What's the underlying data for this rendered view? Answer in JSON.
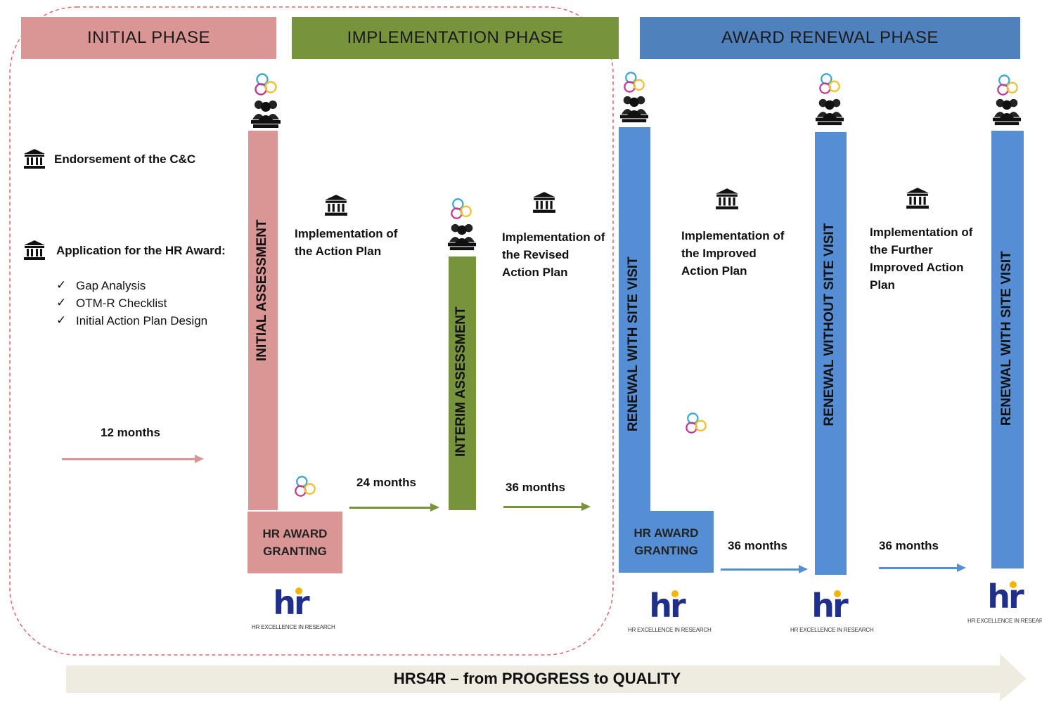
{
  "phases": {
    "initial": "INITIAL PHASE",
    "implementation": "IMPLEMENTATION PHASE",
    "renewal": "AWARD RENEWAL PHASE"
  },
  "left": {
    "endorsement": "Endorsement of the C&C",
    "application": "Application for the HR Award:",
    "checklist": [
      "Gap Analysis",
      "OTM-R Checklist",
      "Initial Action Plan Design"
    ]
  },
  "bars": {
    "initial_assessment": "INITIAL ASSESSMENT",
    "interim_assessment": "INTERIM ASSESSMENT",
    "renewal_site_visit_1": "RENEWAL WITH SITE VISIT",
    "renewal_without_site_visit": "RENEWAL WITHOUT SITE VISIT",
    "renewal_site_visit_2": "RENEWAL WITH SITE VISIT"
  },
  "granting": {
    "first": "HR AWARD GRANTING",
    "second": "HR AWARD GRANTING"
  },
  "implementation": {
    "action_plan": "Implementation of the Action Plan",
    "revised": "Implementation of the Revised Action Plan",
    "improved": "Implementation of the Improved Action Plan",
    "further": "Implementation of the Further Improved Action Plan"
  },
  "durations": {
    "d12": "12 months",
    "d24": "24 months",
    "d36a": "36 months",
    "d36b": "36 months",
    "d36c": "36 months"
  },
  "logo": {
    "mark": "hr",
    "caption": "HR EXCELLENCE IN RESEARCH"
  },
  "footer": "HRS4R – from PROGRESS to QUALITY",
  "colors": {
    "initial": "#d99694",
    "implementation": "#77933c",
    "renewal": "#4f81bd",
    "bar_blue": "#558ed5",
    "dashed": "#e06666",
    "footer_arrow": "#eeece1"
  },
  "icons": [
    "bank-icon",
    "stakeholders-icon",
    "three-circles-icon",
    "check-icon",
    "hr-logo-icon"
  ]
}
